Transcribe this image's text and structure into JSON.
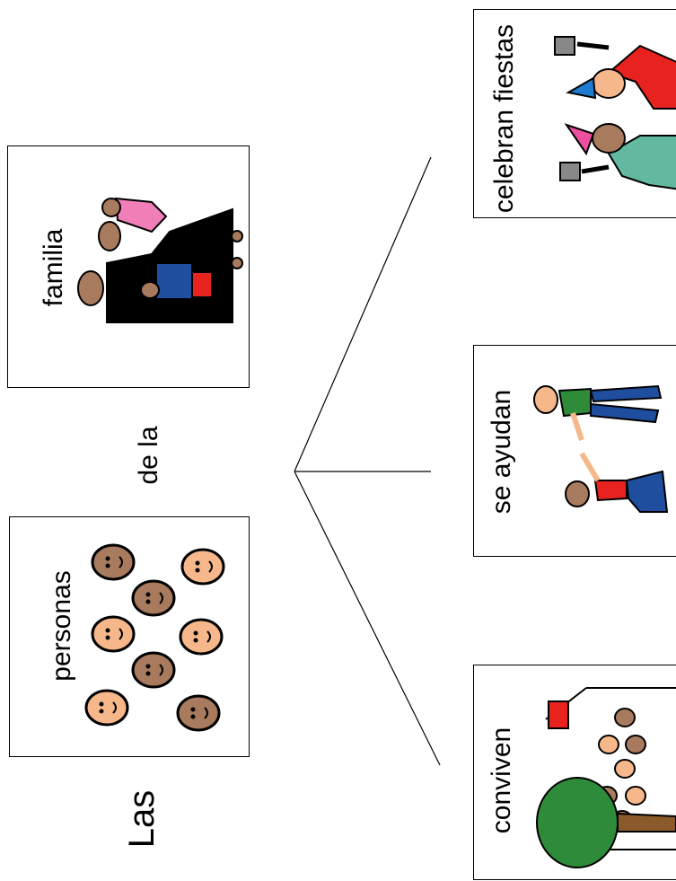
{
  "words": {
    "las": "Las",
    "de_la": "de la"
  },
  "cards": {
    "personas": {
      "label": "personas",
      "icon": "people-faces-icon"
    },
    "familia": {
      "label": "familia",
      "icon": "family-icon"
    },
    "celebran_fiestas": {
      "label": "celebran fiestas",
      "icon": "party-icon"
    },
    "se_ayudan": {
      "label": "se ayudan",
      "icon": "helping-hand-icon"
    },
    "conviven": {
      "label": "conviven",
      "icon": "house-living-together-icon"
    }
  },
  "colors": {
    "skin_light": "#f6b88a",
    "skin_dark": "#a87a5e",
    "shirt_red": "#e8231f",
    "shirt_teal": "#63b8a0",
    "shirt_blue": "#1f4e9f",
    "shirt_pink": "#ef7fb6",
    "tree_green": "#2e8b3a"
  }
}
